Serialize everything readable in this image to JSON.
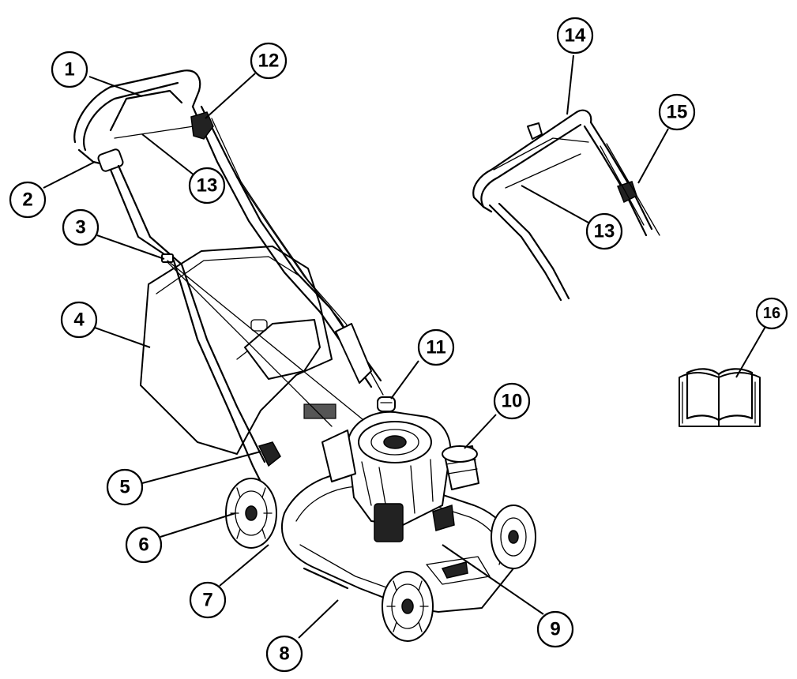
{
  "callouts": [
    {
      "label": "1"
    },
    {
      "label": "2"
    },
    {
      "label": "3"
    },
    {
      "label": "4"
    },
    {
      "label": "5"
    },
    {
      "label": "6"
    },
    {
      "label": "7"
    },
    {
      "label": "8"
    },
    {
      "label": "9"
    },
    {
      "label": "10"
    },
    {
      "label": "11"
    },
    {
      "label": "12"
    },
    {
      "label": "13"
    },
    {
      "label": "13"
    },
    {
      "label": "14"
    },
    {
      "label": "15"
    },
    {
      "label": "16"
    }
  ]
}
